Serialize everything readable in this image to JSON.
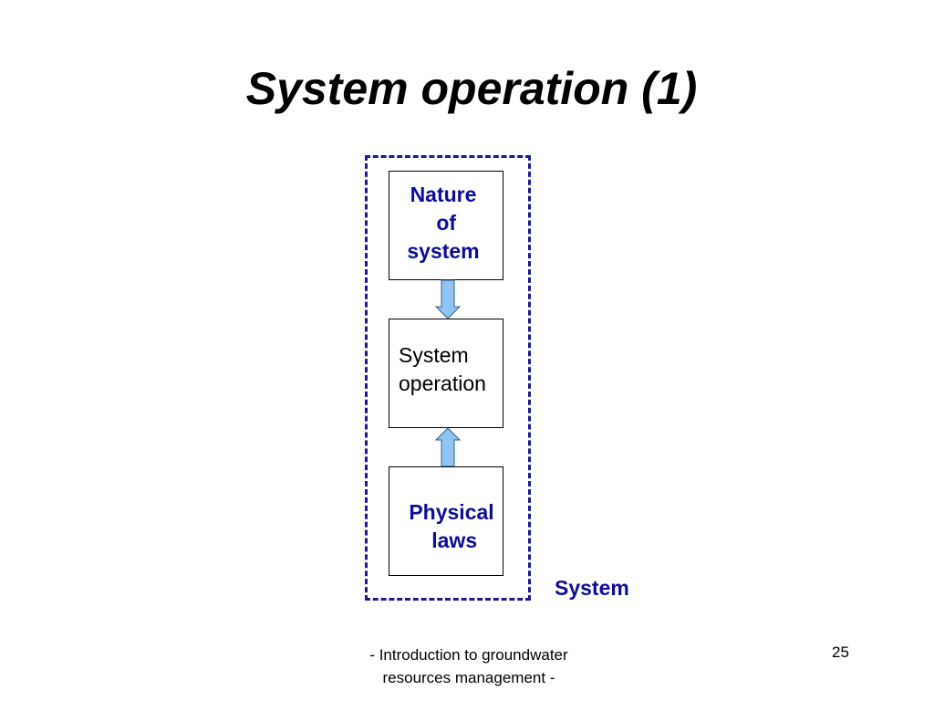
{
  "slide": {
    "title": "System operation (1)",
    "page_number": "25",
    "footer": "- Introduction to groundwater\nresources management -"
  },
  "diagram": {
    "boundary_label": "System",
    "boxes": [
      {
        "text": "Nature\n of\nsystem"
      },
      {
        "text": "System\noperation"
      },
      {
        "text": "Physical\n laws"
      }
    ],
    "arrows": [
      {
        "from": "Nature of system",
        "to": "System operation",
        "direction": "down"
      },
      {
        "from": "Physical laws",
        "to": "System operation",
        "direction": "up"
      }
    ],
    "colors": {
      "boundary": "#1a1a8c",
      "label_blue": "#0d0d99",
      "arrow_fill": "#8ec5f5",
      "arrow_stroke": "#3d5a80"
    }
  }
}
